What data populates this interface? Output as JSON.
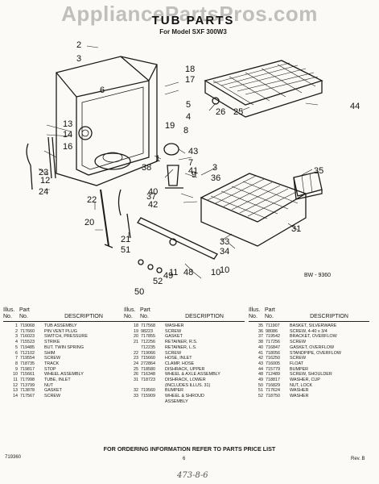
{
  "watermark": "AppliancePartsPros.com",
  "header": {
    "title": "TUB PARTS",
    "subtitle": "For Model SXF 300W3"
  },
  "diagram": {
    "ref_code": "BW - 9360",
    "callouts": [
      "2",
      "3",
      "18",
      "17",
      "6",
      "5",
      "4",
      "13",
      "14",
      "16",
      "19",
      "8",
      "26",
      "25",
      "44",
      "12",
      "1",
      "43",
      "7",
      "9",
      "38",
      "41",
      "3",
      "36",
      "35",
      "23",
      "40",
      "42",
      "22",
      "24",
      "37",
      "31",
      "20",
      "21",
      "51",
      "33",
      "34",
      "10",
      "11",
      "48",
      "10",
      "50",
      "52",
      "49"
    ]
  },
  "table": {
    "head_illus": "Illus.",
    "head_part": "Part",
    "head_no": "No.",
    "head_no2": "No.",
    "head_desc": "DESCRIPTION",
    "columns": [
      [
        {
          "no": "1",
          "part": "719068",
          "desc": "TUB ASSEMBLY"
        },
        {
          "no": "2",
          "part": "717660",
          "desc": "PIN VENT PLUG"
        },
        {
          "no": "3",
          "part": "716023",
          "desc": "SWITCH, PRESSURE"
        },
        {
          "no": "4",
          "part": "715523",
          "desc": "STRIKE"
        },
        {
          "no": "5",
          "part": "719485",
          "desc": "BUT. TWIN SPRING"
        },
        {
          "no": "6",
          "part": "712102",
          "desc": "SHIM"
        },
        {
          "no": "7",
          "part": "719554",
          "desc": "SCREW"
        },
        {
          "no": "8",
          "part": "718735",
          "desc": "TRACK"
        },
        {
          "no": "9",
          "part": "719817",
          "desc": "STOP"
        },
        {
          "no": "10",
          "part": "715661",
          "desc": "WHEEL ASSEMBLY"
        },
        {
          "no": "11",
          "part": "717998",
          "desc": "TUBE, INLET"
        },
        {
          "no": "12",
          "part": "713799",
          "desc": "NUT"
        },
        {
          "no": "13",
          "part": "713878",
          "desc": "GASKET"
        },
        {
          "no": "14",
          "part": "717567",
          "desc": "SCREW"
        }
      ],
      [
        {
          "no": "18",
          "part": "717568",
          "desc": "WASHER"
        },
        {
          "no": "19",
          "part": "98223",
          "desc": "SCREW"
        },
        {
          "no": "20",
          "part": "717855",
          "desc": "GASKET"
        },
        {
          "no": "21",
          "part": "712256",
          "desc": "RETAINER, R.S."
        },
        {
          "no": "",
          "part": "712235",
          "desc": "RETAINER, L.S."
        },
        {
          "no": "22",
          "part": "719066",
          "desc": "SCREW"
        },
        {
          "no": "23",
          "part": "715660",
          "desc": "HOSE, INLET"
        },
        {
          "no": "24",
          "part": "272864",
          "desc": "CLAMP, HOSE"
        },
        {
          "no": "25",
          "part": "718580",
          "desc": "DISHRACK, UPPER"
        },
        {
          "no": "26",
          "part": "716348",
          "desc": "WHEEL & AXLE ASSEMBLY"
        },
        {
          "no": "31",
          "part": "718723",
          "desc": "DISHRACK, LOWER"
        },
        {
          "no": "",
          "part": "",
          "desc": "(INCLUDES ILLUS. 31)"
        },
        {
          "no": "32",
          "part": "719560",
          "desc": "BUMPER"
        },
        {
          "no": "33",
          "part": "715909",
          "desc": "WHEEL & SHROUD"
        },
        {
          "no": "",
          "part": "",
          "desc": "ASSEMBLY"
        }
      ],
      [
        {
          "no": "35",
          "part": "711907",
          "desc": "BASKET, SILVERWARE"
        },
        {
          "no": "36",
          "part": "98086",
          "desc": "SCREW, 4-40 x 3/4"
        },
        {
          "no": "37",
          "part": "719542",
          "desc": "BRACKET, OVERFLOW"
        },
        {
          "no": "38",
          "part": "717256",
          "desc": "SCREW"
        },
        {
          "no": "40",
          "part": "716847",
          "desc": "GASKET, OVERFLOW"
        },
        {
          "no": "41",
          "part": "718056",
          "desc": "STANDPIPE, OVERFLOW"
        },
        {
          "no": "42",
          "part": "716250",
          "desc": "SCREW"
        },
        {
          "no": "43",
          "part": "716005",
          "desc": "FLOAT"
        },
        {
          "no": "44",
          "part": "715779",
          "desc": "BUMPER"
        },
        {
          "no": "48",
          "part": "712489",
          "desc": "SCREW, SHOULDER"
        },
        {
          "no": "49",
          "part": "718817",
          "desc": "WASHER, CUP"
        },
        {
          "no": "50",
          "part": "716829",
          "desc": "NUT, LOCK"
        },
        {
          "no": "51",
          "part": "717624",
          "desc": "WASHER"
        },
        {
          "no": "52",
          "part": "718750",
          "desc": "WASHER"
        }
      ]
    ]
  },
  "footer": {
    "note": "FOR ORDERING INFORMATION REFER TO PARTS PRICE LIST",
    "doc_no": "719360",
    "page": "6",
    "rev": "Rev. B",
    "handwritten": "473-8-6"
  }
}
